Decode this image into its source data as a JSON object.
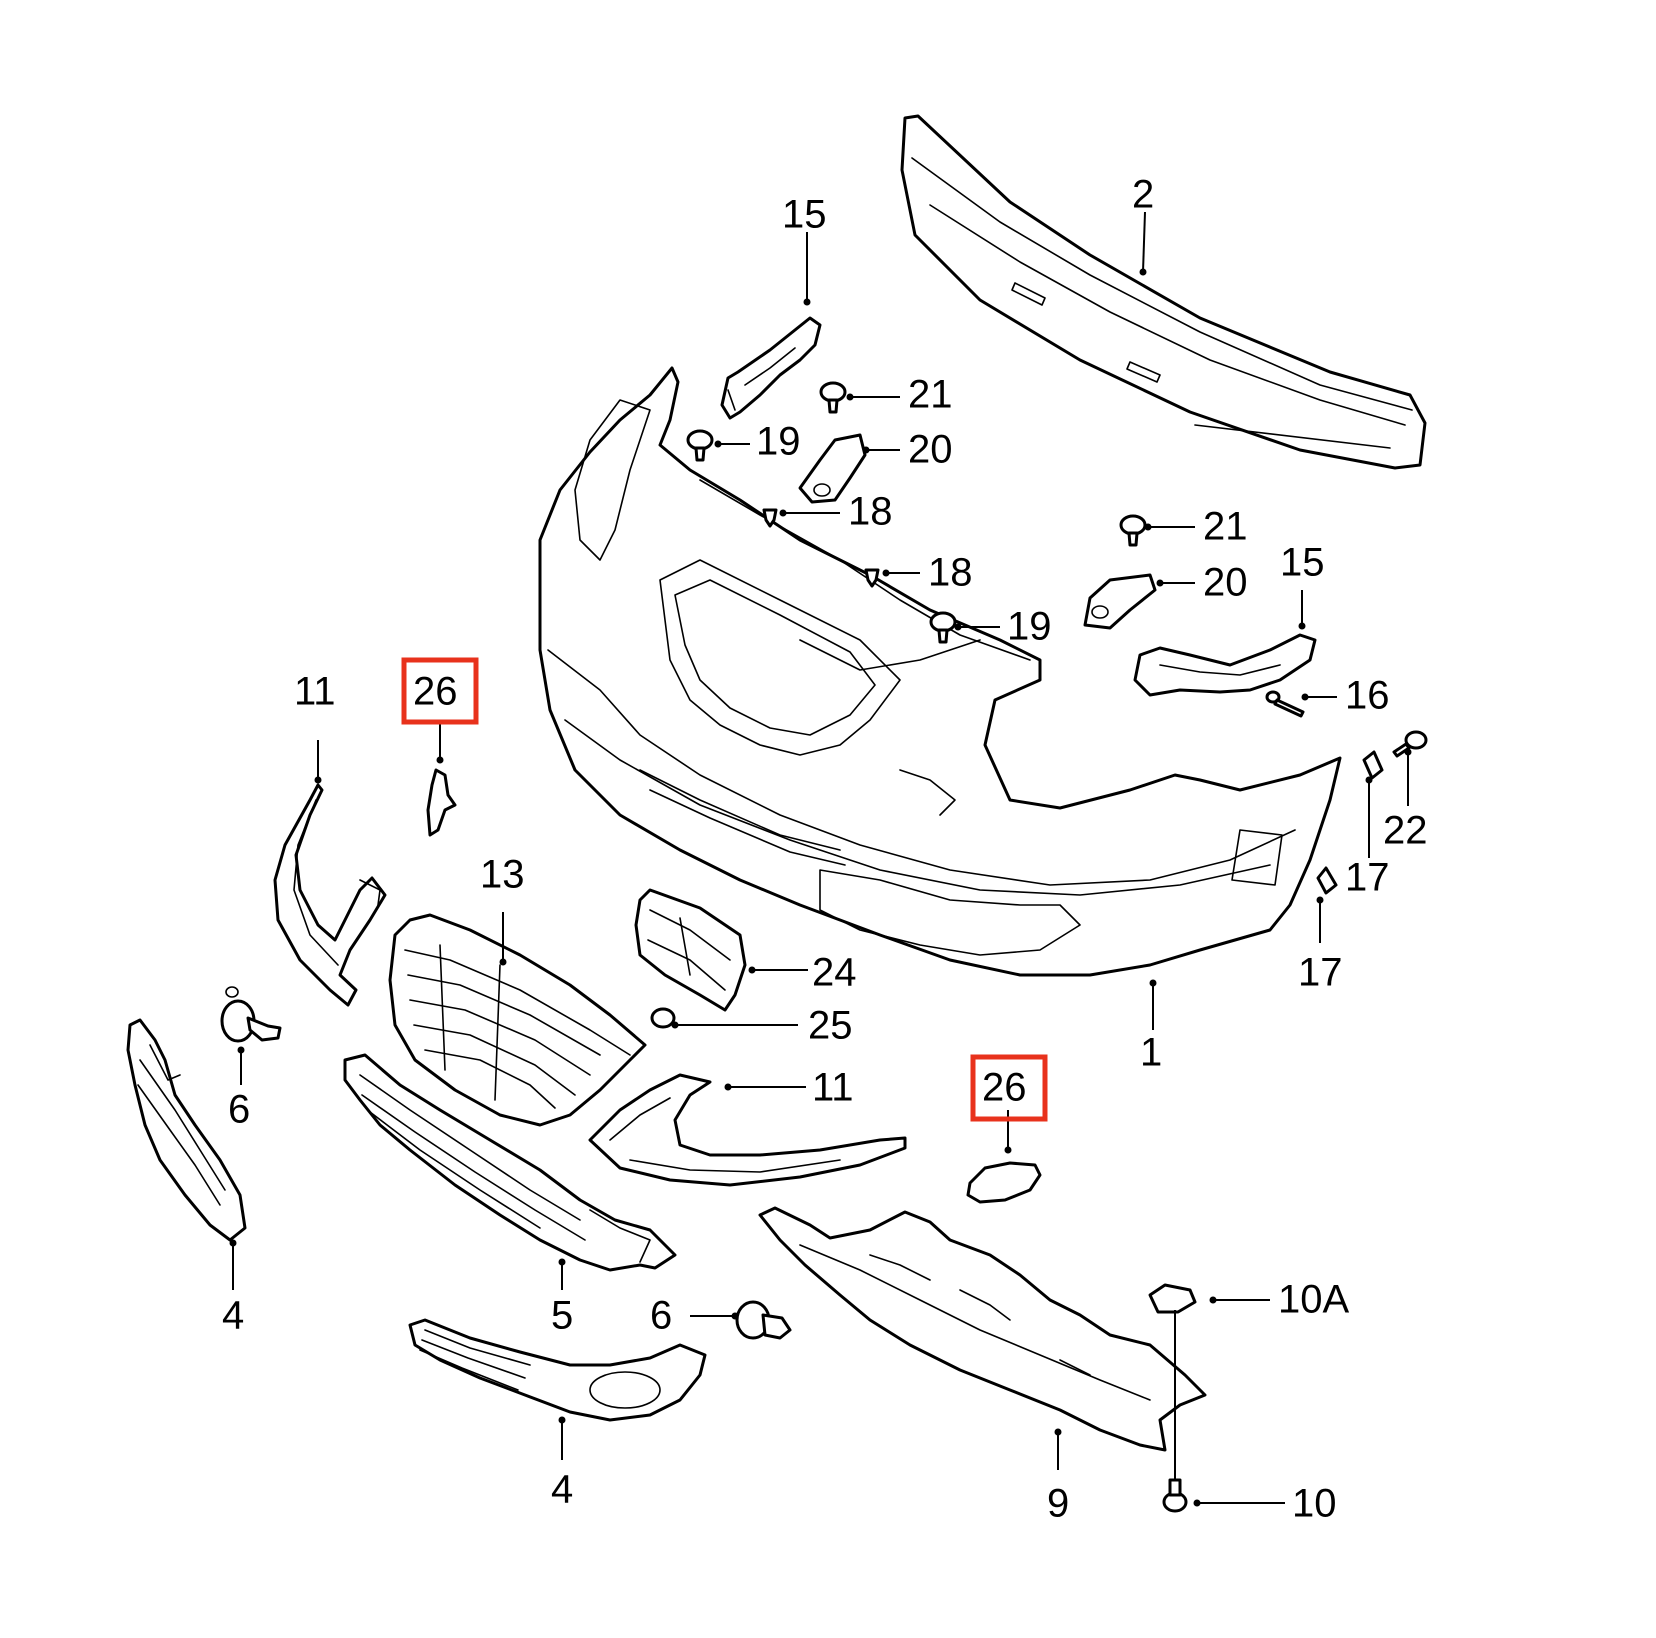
{
  "callouts": {
    "c1": "1",
    "c2": "2",
    "c4a": "4",
    "c4b": "4",
    "c5": "5",
    "c6a": "6",
    "c6b": "6",
    "c9": "9",
    "c10": "10",
    "c10a": "10A",
    "c11a": "11",
    "c11b": "11",
    "c13": "13",
    "c15a": "15",
    "c15b": "15",
    "c16": "16",
    "c17a": "17",
    "c17b": "17",
    "c18a": "18",
    "c18b": "18",
    "c19a": "19",
    "c19b": "19",
    "c20a": "20",
    "c20b": "20",
    "c21a": "21",
    "c21b": "21",
    "c22": "22",
    "c24": "24",
    "c25": "25",
    "c26a": "26",
    "c26b": "26"
  },
  "colors": {
    "line": "#000000",
    "highlight": "#e8321c",
    "background": "#ffffff"
  }
}
